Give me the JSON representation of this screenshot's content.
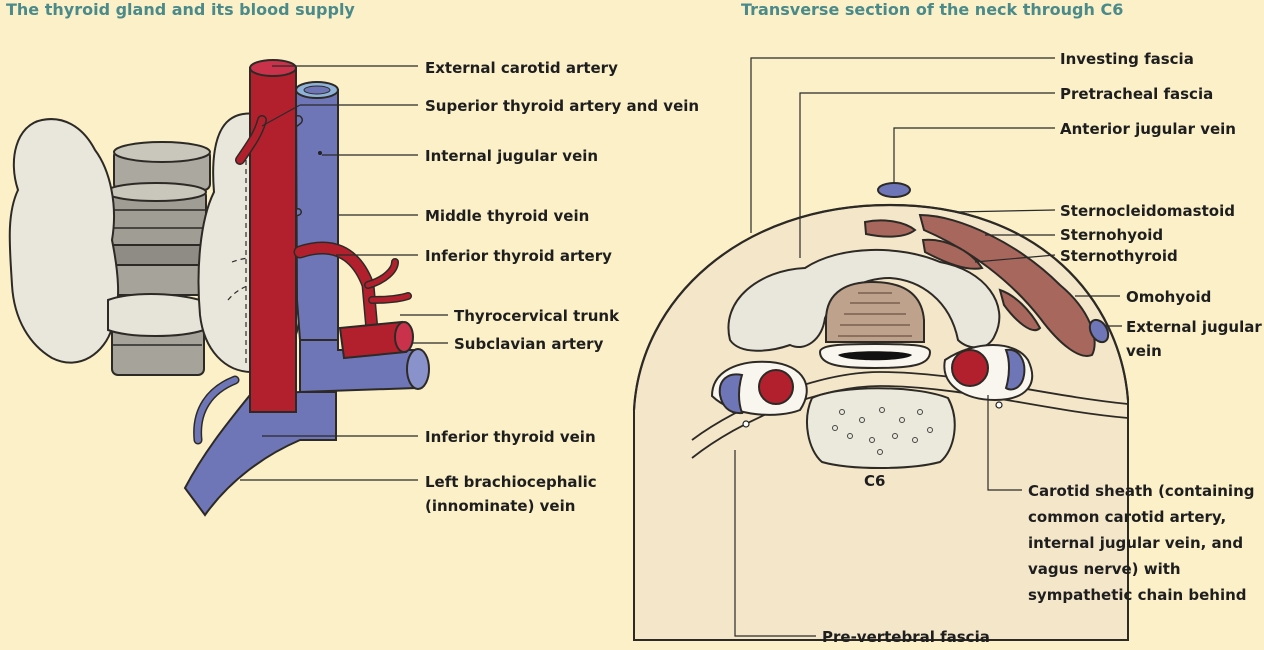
{
  "left_panel": {
    "title": "The thyroid gland and its blood supply",
    "labels": {
      "external_carotid": "External carotid artery",
      "superior_thyroid": "Superior thyroid artery and vein",
      "internal_jugular": "Internal jugular vein",
      "middle_thyroid": "Middle thyroid vein",
      "inferior_thyroid_artery": "Inferior thyroid artery",
      "thyrocervical": "Thyrocervical trunk",
      "subclavian": "Subclavian artery",
      "inferior_thyroid_vein": "Inferior thyroid vein",
      "brachiocephalic_1": "Left brachiocephalic",
      "brachiocephalic_2": "(innominate) vein"
    }
  },
  "right_panel": {
    "title": "Transverse section of the neck through C6",
    "labels": {
      "investing": "Investing fascia",
      "pretracheal": "Pretracheal fascia",
      "anterior_jugular": "Anterior jugular vein",
      "scm": "Sternocleidomastoid",
      "sternohyoid": "Sternohyoid",
      "sternothyroid": "Sternothyroid",
      "omohyoid": "Omohyoid",
      "external_jugular_1": "External jugular",
      "external_jugular_2": "vein",
      "c6": "C6",
      "carotid_1": "Carotid sheath (containing",
      "carotid_2": "common carotid artery,",
      "carotid_3": "internal jugular vein, and",
      "carotid_4": "vagus nerve) with",
      "carotid_5": "sympathetic chain behind",
      "prevertebral": "Pre-vertebral fascia"
    }
  },
  "colors": {
    "background": "#fbf0c7",
    "artery": "#b2202e",
    "vein": "#6f76b8",
    "gland": "#e9e6dc",
    "muscle": "#a8675d",
    "title": "#4a8a8a"
  }
}
